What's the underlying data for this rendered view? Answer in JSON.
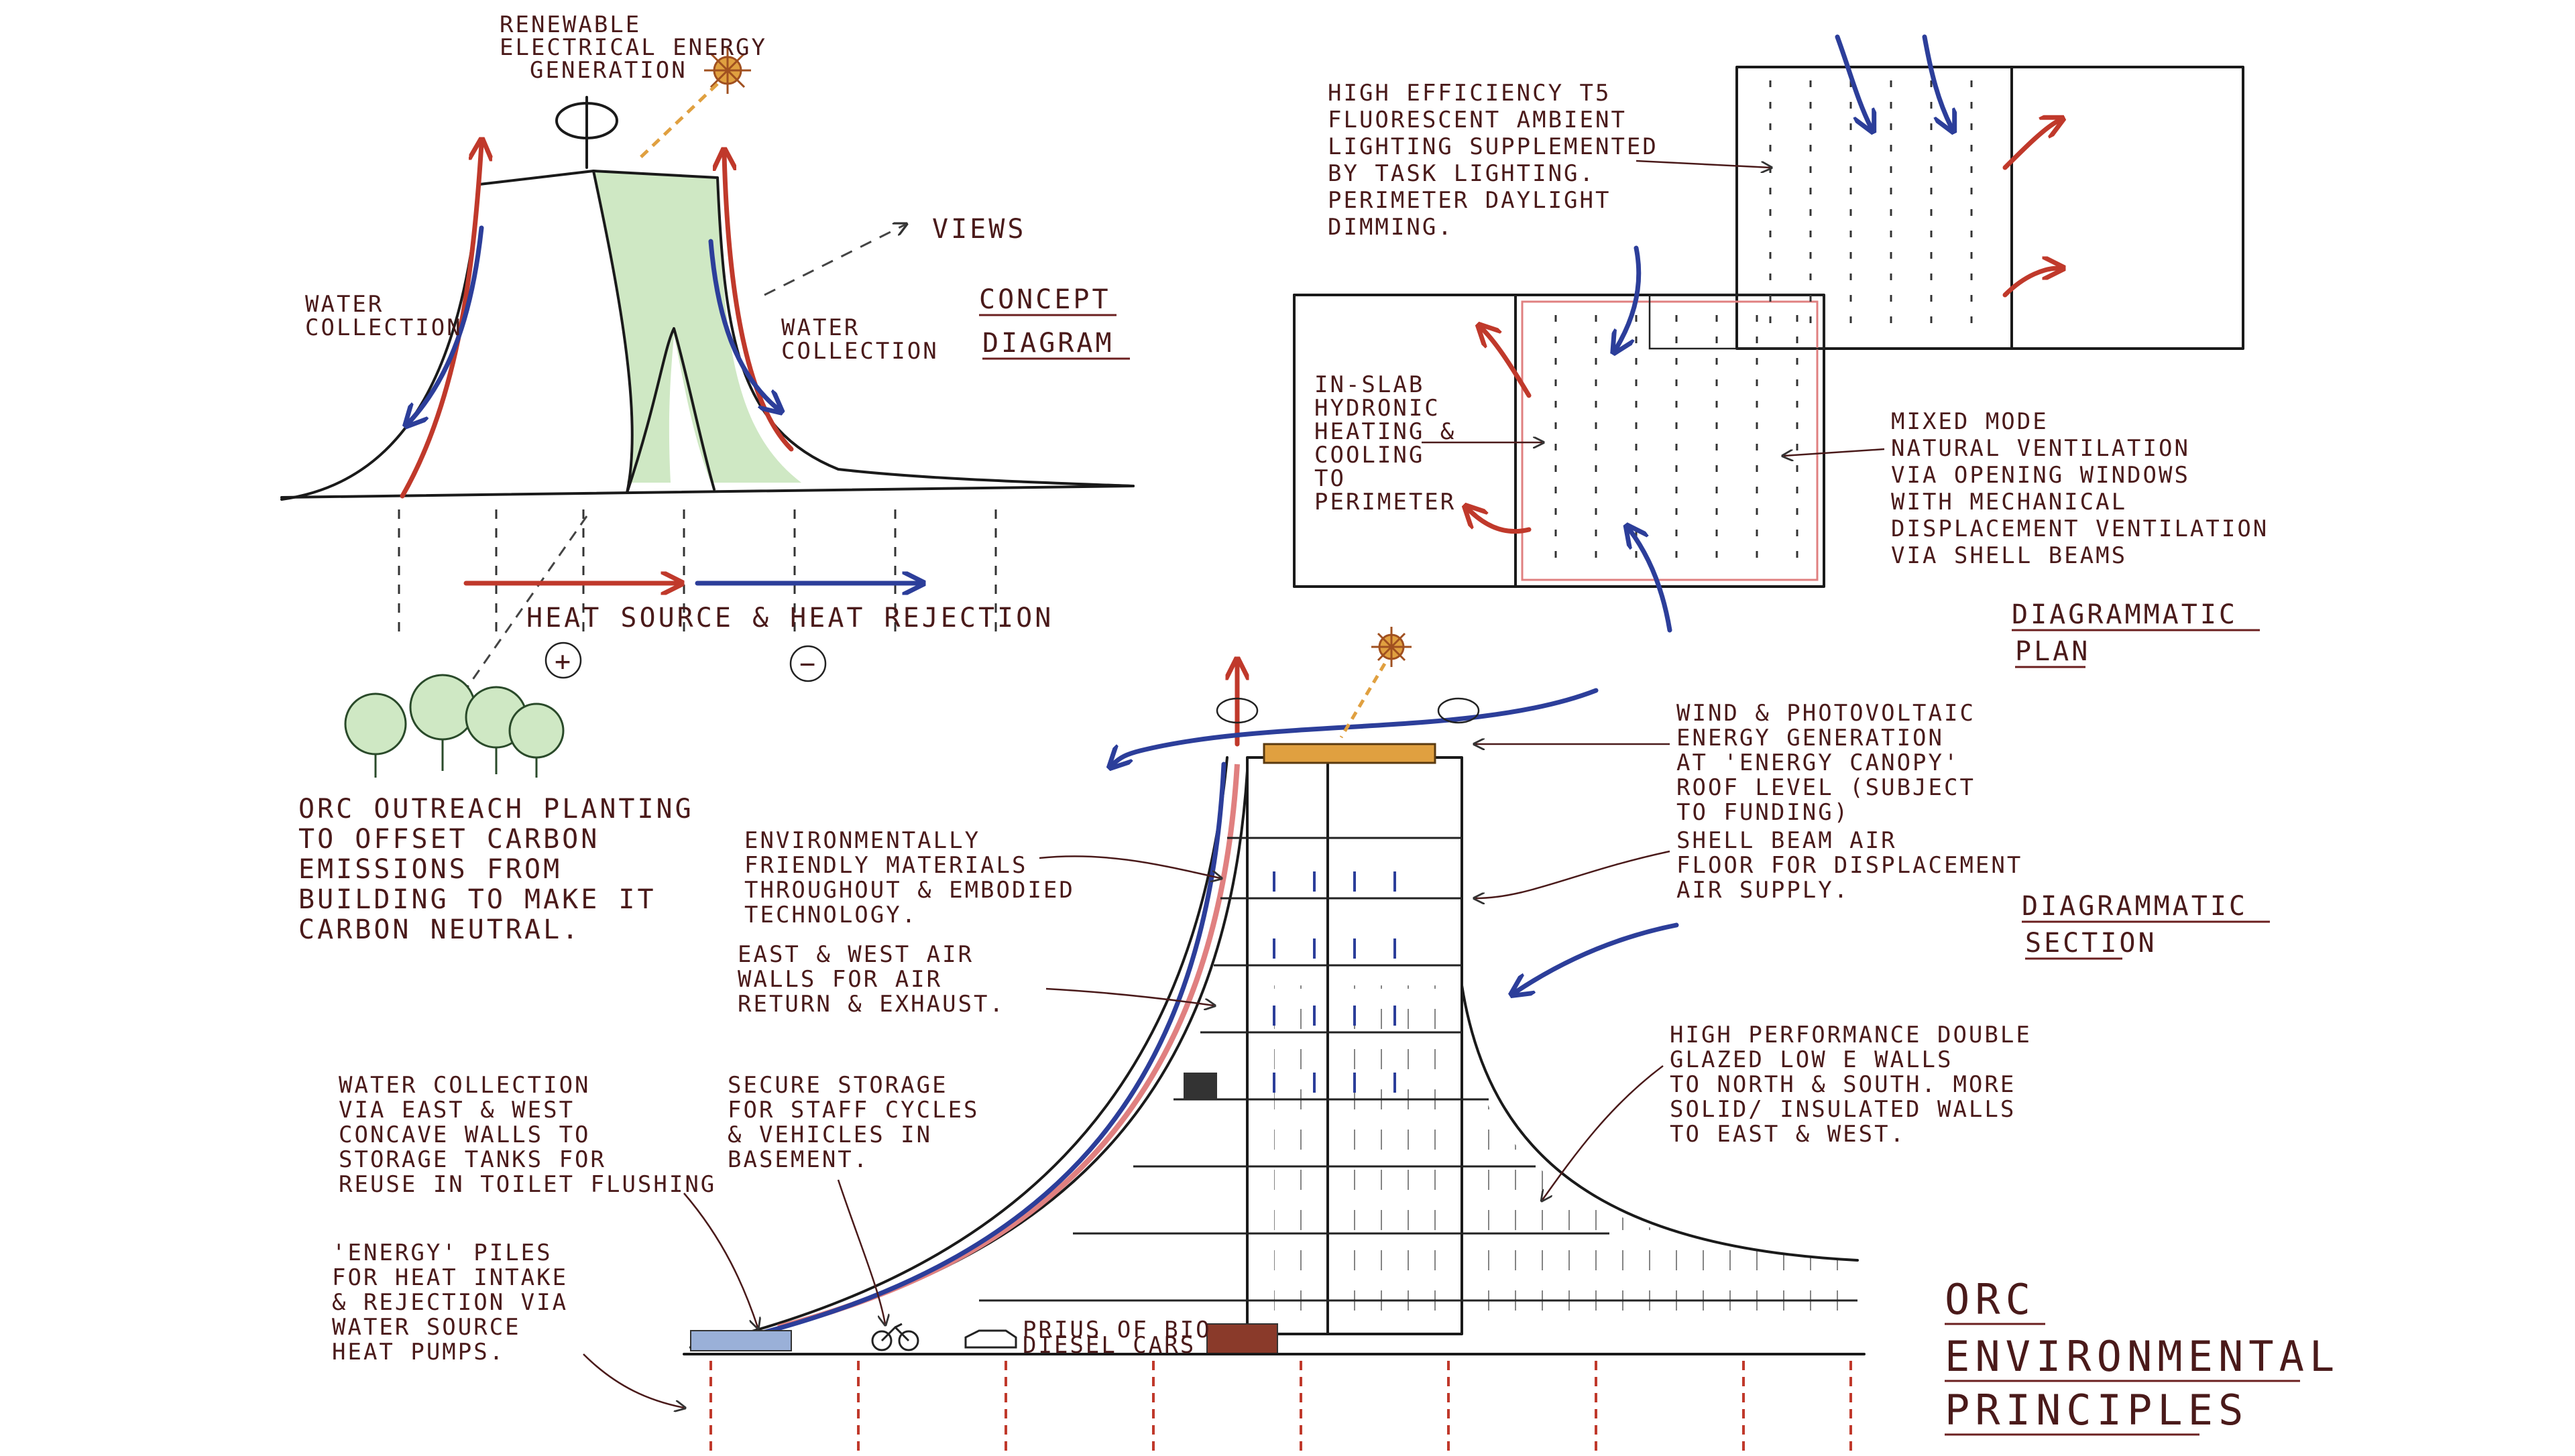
{
  "colors": {
    "ink": "#1a1a1a",
    "text": "#4a1a1a",
    "red": "#c0392b",
    "blue": "#2c3e9a",
    "green": "#cfe8c4",
    "orange": "#e0a040"
  },
  "concept": {
    "renewable": [
      "RENEWABLE",
      "ELECTRICAL ENERGY",
      "GENERATION"
    ],
    "views": "VIEWS",
    "water_left": [
      "WATER",
      "COLLECTION"
    ],
    "water_right": [
      "WATER",
      "COLLECTION"
    ],
    "title": [
      "CONCEPT",
      "DIAGRAM"
    ],
    "heat": "HEAT SOURCE & HEAT REJECTION",
    "plus": "+",
    "minus": "−",
    "planting": [
      "ORC OUTREACH PLANTING",
      "TO OFFSET CARBON",
      "EMISSIONS FROM",
      "BUILDING TO MAKE IT",
      "CARBON NEUTRAL."
    ]
  },
  "plan": {
    "lighting": [
      "HIGH EFFICIENCY T5",
      "FLUORESCENT AMBIENT",
      "LIGHTING SUPPLEMENTED",
      "BY TASK LIGHTING.",
      "PERIMETER DAYLIGHT",
      "DIMMING."
    ],
    "inslab": [
      "IN-SLAB",
      "HYDRONIC",
      "HEATING &",
      "COOLING",
      "TO",
      "PERIMETER"
    ],
    "mixed": [
      "MIXED MODE",
      "NATURAL VENTILATION",
      "VIA OPENING WINDOWS",
      "WITH MECHANICAL",
      "DISPLACEMENT VENTILATION",
      "VIA SHELL BEAMS"
    ],
    "title": [
      "DIAGRAMMATIC",
      "PLAN"
    ]
  },
  "section": {
    "wind": [
      "WIND & PHOTOVOLTAIC",
      "ENERGY GENERATION",
      "AT 'ENERGY CANOPY'",
      "ROOF LEVEL (SUBJECT",
      "TO FUNDING)"
    ],
    "shell": [
      "SHELL BEAM AIR",
      "FLOOR FOR DISPLACEMENT",
      "AIR SUPPLY."
    ],
    "materials": [
      "ENVIRONMENTALLY",
      "FRIENDLY MATERIALS",
      "THROUGHOUT & EMBODIED",
      "TECHNOLOGY."
    ],
    "airwalls": [
      "EAST & WEST AIR",
      "WALLS FOR AIR",
      "RETURN & EXHAUST."
    ],
    "water": [
      "WATER COLLECTION",
      "VIA EAST & WEST",
      "CONCAVE WALLS TO",
      "STORAGE TANKS FOR",
      "REUSE IN TOILET FLUSHING"
    ],
    "storage": [
      "SECURE STORAGE",
      "FOR STAFF CYCLES",
      "& VEHICLES IN",
      "BASEMENT."
    ],
    "glazing": [
      "HIGH PERFORMANCE DOUBLE",
      "GLAZED LOW E WALLS",
      "TO NORTH & SOUTH. MORE",
      "SOLID/ INSULATED WALLS",
      "TO EAST & WEST."
    ],
    "piles": [
      "'ENERGY' PILES",
      "FOR HEAT INTAKE",
      "& REJECTION VIA",
      "WATER SOURCE",
      "HEAT PUMPS."
    ],
    "prius": [
      "PRIUS OF BIO",
      "DIESEL CARS"
    ],
    "title": [
      "DIAGRAMMATIC",
      "SECTION"
    ],
    "orc": [
      "ORC",
      "ENVIRONMENTAL",
      "PRINCIPLES"
    ]
  }
}
